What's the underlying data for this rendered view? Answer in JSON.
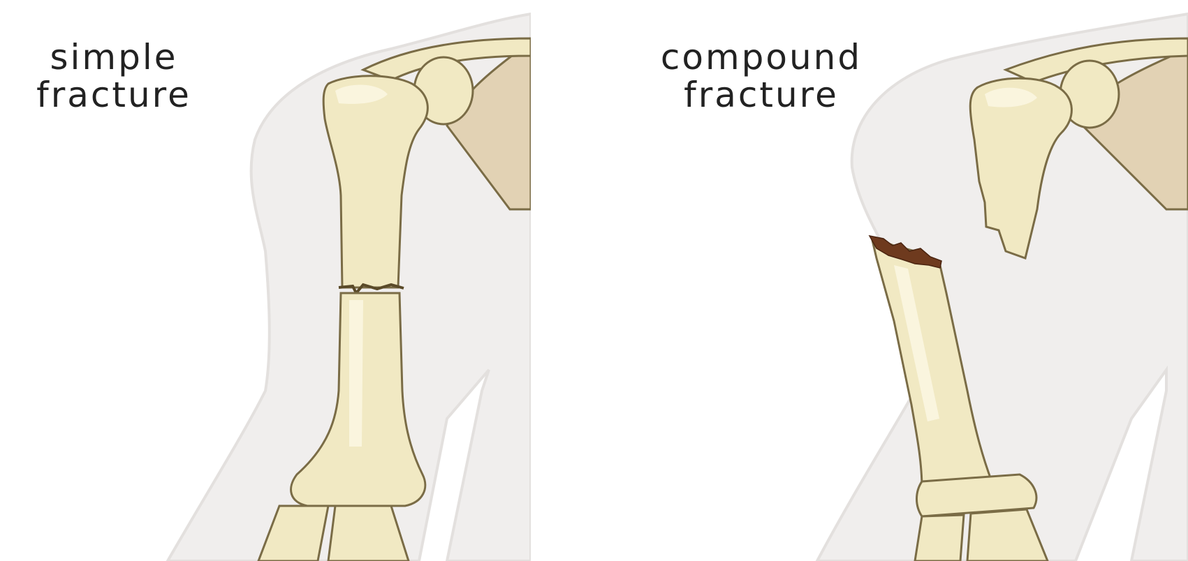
{
  "figure": {
    "panels": [
      {
        "caption_line1": "simple",
        "caption_line2": "fracture"
      },
      {
        "caption_line1": "compound",
        "caption_line2": "fracture"
      }
    ]
  },
  "colors": {
    "skin": "#f0eeed",
    "skin_edge": "#e3e0de",
    "bone": "#f1e9c3",
    "bone_light": "#faf5de",
    "bone_outline": "#7a6c46",
    "scapula": "#e2d2b4",
    "wound": "#6e3a1e",
    "text": "#222222"
  }
}
